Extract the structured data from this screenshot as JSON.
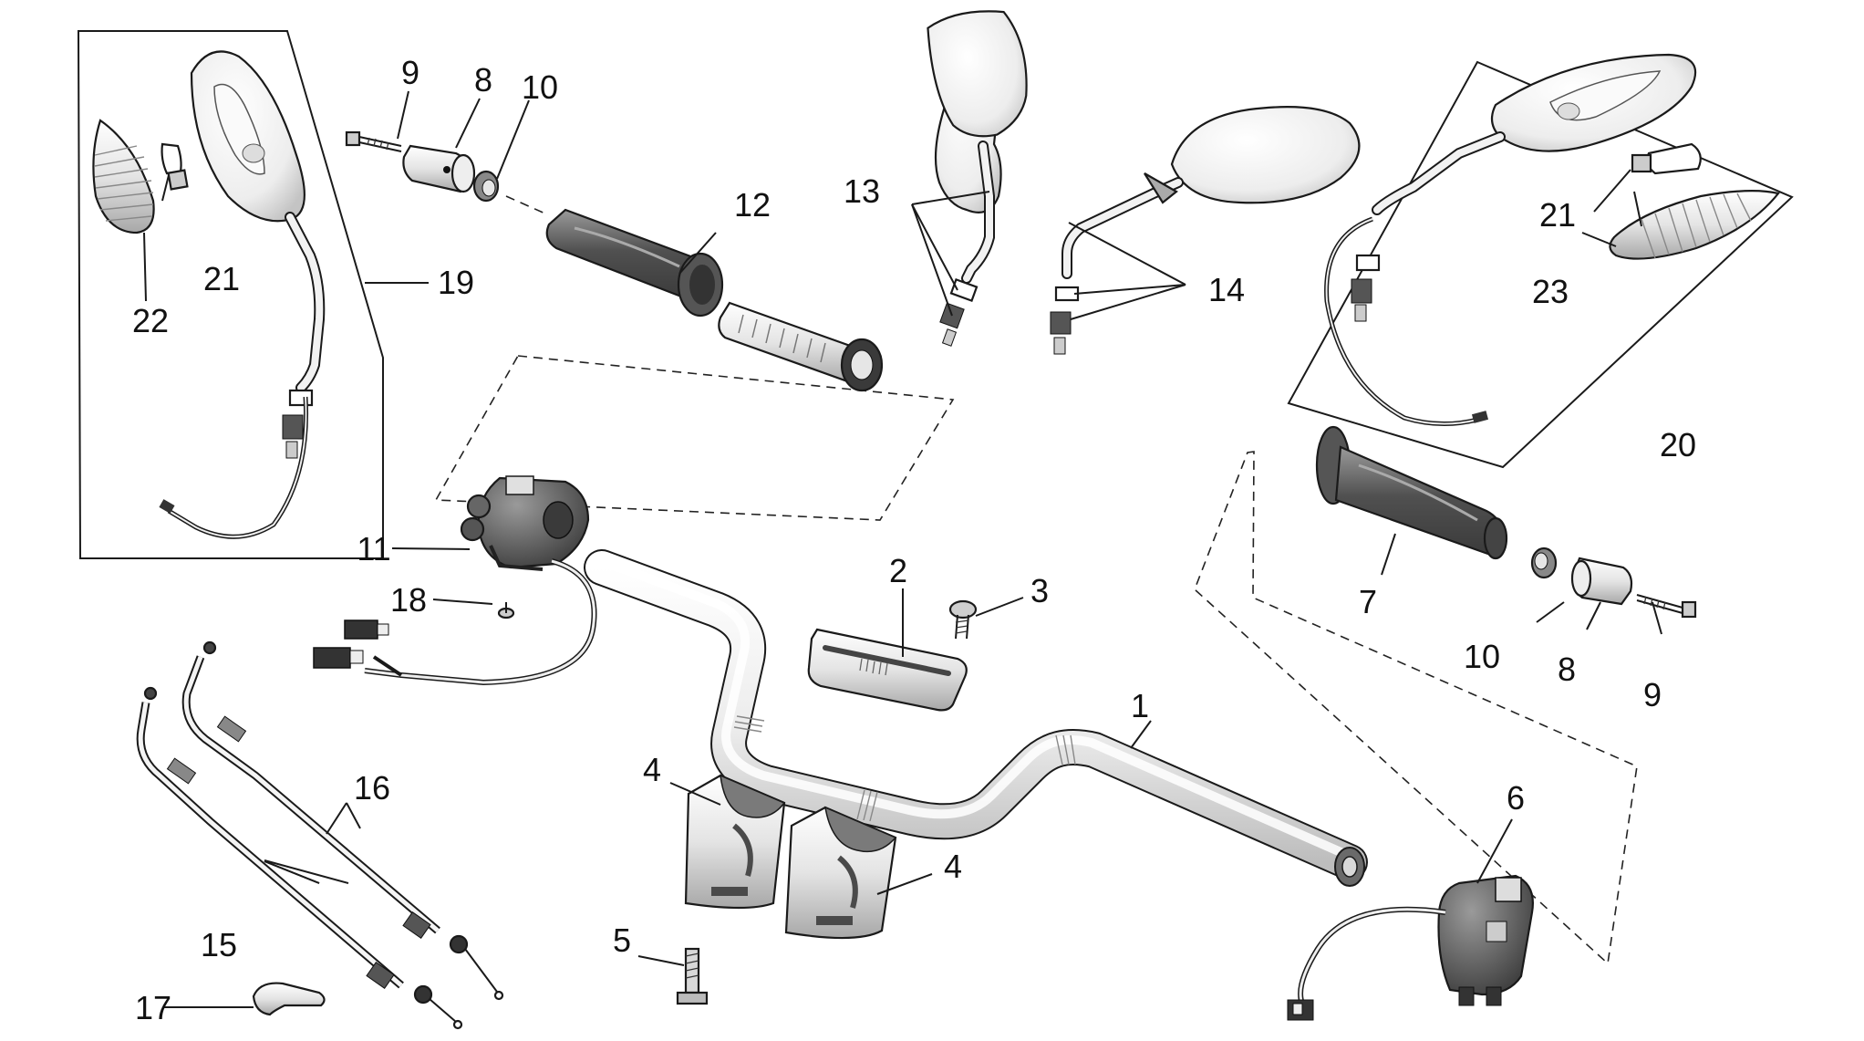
{
  "callouts": [
    {
      "id": "c1",
      "text": "1"
    },
    {
      "id": "c2",
      "text": "2"
    },
    {
      "id": "c3",
      "text": "3"
    },
    {
      "id": "c4a",
      "text": "4"
    },
    {
      "id": "c4b",
      "text": "4"
    },
    {
      "id": "c5",
      "text": "5"
    },
    {
      "id": "c6",
      "text": "6"
    },
    {
      "id": "c7",
      "text": "7"
    },
    {
      "id": "c8a",
      "text": "8"
    },
    {
      "id": "c8b",
      "text": "8"
    },
    {
      "id": "c9a",
      "text": "9"
    },
    {
      "id": "c9b",
      "text": "9"
    },
    {
      "id": "c10a",
      "text": "10"
    },
    {
      "id": "c10b",
      "text": "10"
    },
    {
      "id": "c11",
      "text": "11"
    },
    {
      "id": "c12",
      "text": "12"
    },
    {
      "id": "c13",
      "text": "13"
    },
    {
      "id": "c14",
      "text": "14"
    },
    {
      "id": "c15",
      "text": "15"
    },
    {
      "id": "c16",
      "text": "16"
    },
    {
      "id": "c17",
      "text": "17"
    },
    {
      "id": "c18",
      "text": "18"
    },
    {
      "id": "c19",
      "text": "19"
    },
    {
      "id": "c20",
      "text": "20"
    },
    {
      "id": "c21a",
      "text": "21"
    },
    {
      "id": "c21b",
      "text": "21"
    },
    {
      "id": "c22",
      "text": "22"
    },
    {
      "id": "c23",
      "text": "23"
    }
  ],
  "colors": {
    "line": "#1a1a1a",
    "part_dark": "#5f5f5f",
    "part_mid": "#8a8a8a",
    "part_light": "#e6e6e6"
  }
}
